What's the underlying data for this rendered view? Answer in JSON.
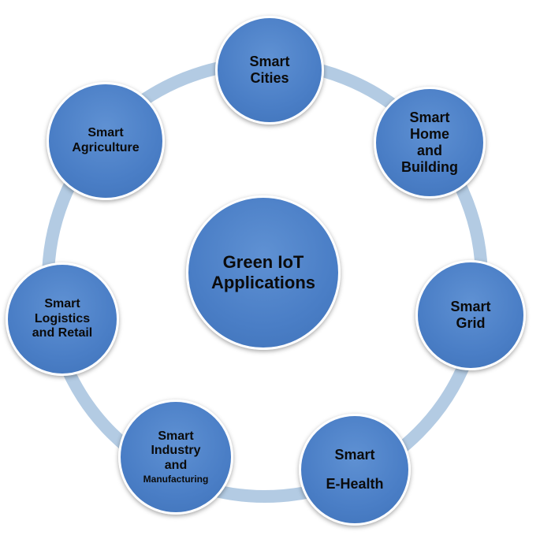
{
  "colors": {
    "ring": "#b3cbe3",
    "node_fill": "#4a7ec6",
    "node_border": "#ffffff",
    "text": "#0b0b0b"
  },
  "center": {
    "line1": "Green IoT",
    "line2": "Applications"
  },
  "nodes": {
    "cities": {
      "line1": "Smart",
      "line2": "Cities"
    },
    "home": {
      "line1": "Smart",
      "line2": "Home",
      "line3": "and",
      "line4": "Building"
    },
    "grid": {
      "line1": "Smart",
      "line2": "Grid"
    },
    "health": {
      "line1": "Smart",
      "line2": "E-Health"
    },
    "industry": {
      "line1": "Smart",
      "line2": "Industry",
      "line3": "and",
      "line4": "Manufacturing"
    },
    "logistics": {
      "line1": "Smart",
      "line2": "Logistics",
      "line3": "and Retail"
    },
    "agriculture": {
      "line1": "Smart",
      "line2": "Agriculture"
    }
  }
}
